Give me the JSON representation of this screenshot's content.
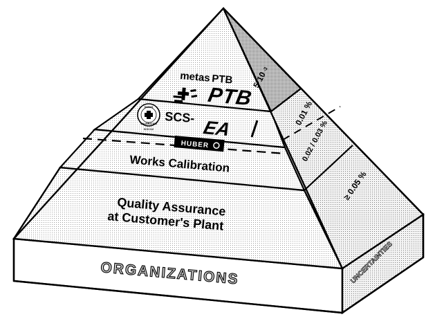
{
  "labs": {
    "metas": "metas",
    "ptb_small": "PTB",
    "ptb_big": "PTB",
    "scs": "SCS-",
    "ea": "EA",
    "huber": "HUBER",
    "swiss_seal_top": "SWISS",
    "swiss_seal_bottom": "CALIBRATION",
    "swiss_seal_num": "SCS 012"
  },
  "levels": {
    "works_calibration": "Works Calibration",
    "quality_line1": "Quality Assurance",
    "quality_line2": "at Customer's Plant"
  },
  "uncertainties": {
    "top": "5·10",
    "top_exp": "-3",
    "level2": "0.01 %",
    "level3": "0.02 / 0.03 %",
    "level4": "≥ 0.05 %"
  },
  "base": {
    "front_label": "ORGANIZATIONS",
    "side_label": "UNCERTAINTIES"
  },
  "colors": {
    "stipple_light": "#e8e8e8",
    "stipple_dark": "#bdbdbd",
    "outline": "#000000"
  }
}
